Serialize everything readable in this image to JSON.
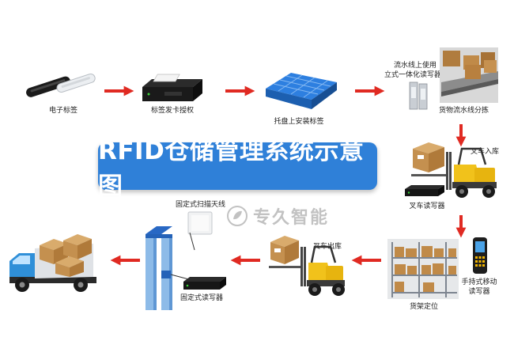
{
  "title": "RFID仓储管理系统示意图",
  "watermark": "专久智能",
  "steps": {
    "tag": "电子标签",
    "issuer": "标签发卡授权",
    "pallet": "托盘上安装标签",
    "line_reader_1": "流水线上使用",
    "line_reader_2": "立式一体化读写器",
    "line_sort": "货物流水线分拣",
    "forklift_in": "叉车入库",
    "forklift_reader": "叉车读写器",
    "handheld_1": "手持式移动",
    "handheld_2": "读写器",
    "shelf": "货架定位",
    "forklift_out": "叉车出库",
    "antenna": "固定式扫描天线",
    "fixed_reader": "固定式读写器"
  },
  "colors": {
    "title_bg": "#2f80d8",
    "arrow": "#e02a22"
  }
}
